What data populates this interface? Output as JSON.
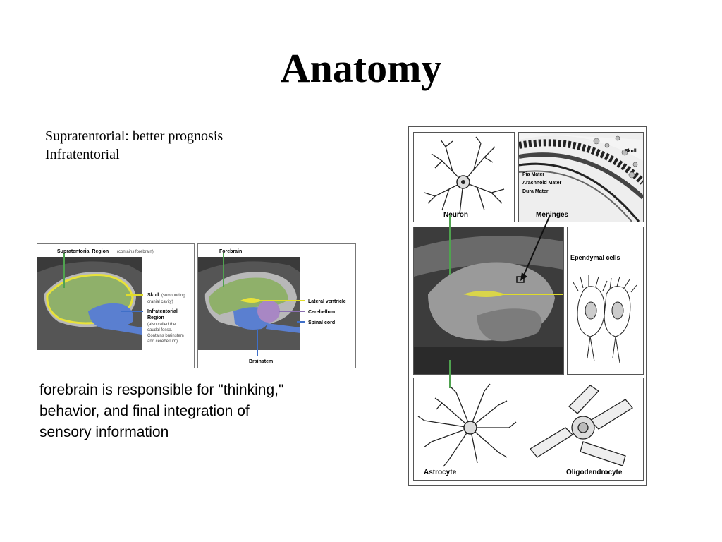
{
  "slide": {
    "title": "Anatomy",
    "bullets": [
      "Supratentorial: better prognosis",
      "Infratentorial"
    ],
    "description": "forebrain is responsible for \"thinking,\" behavior, and final integration of sensory information"
  },
  "left_figure": {
    "panel_a": {
      "header_bold": "Supratentorial Region",
      "header_note": "(contains forebrain)",
      "skull_bold": "Skull",
      "skull_note_1": "(surrounding",
      "skull_note_2": "cranial cavity)",
      "infra_bold_1": "Infratentorial",
      "infra_bold_2": "Region",
      "infra_note_1": "(also called the",
      "infra_note_2": "caudal fossa.",
      "infra_note_3": "Contains brainstem",
      "infra_note_4": "and cerebellum)"
    },
    "panel_b": {
      "header": "Forebrain",
      "lateral_ventricle": "Lateral ventricle",
      "cerebellum": "Cerebellum",
      "spinal_cord": "Spinal cord",
      "brainstem": "Brainstem"
    }
  },
  "right_figure": {
    "neuron": "Neuron",
    "meninges": "Meninges",
    "skull": "Skull",
    "pia_mater": "Pia Mater",
    "arachnoid_mater": "Arachnoid Mater",
    "dura_mater": "Dura Mater",
    "ependymal_cells": "Ependymal cells",
    "astrocyte": "Astrocyte",
    "oligodendrocyte": "Oligodendrocyte"
  },
  "colors": {
    "supratentorial_green": "#8fb06a",
    "outline_yellow": "#e8e23a",
    "infratentorial_blue": "#5a7fd0",
    "cerebellum_purple": "#a887c4",
    "arrow_green": "#4fa24f",
    "arrow_yellow": "#e0dc2a",
    "arrow_blue": "#3f6fc8"
  }
}
